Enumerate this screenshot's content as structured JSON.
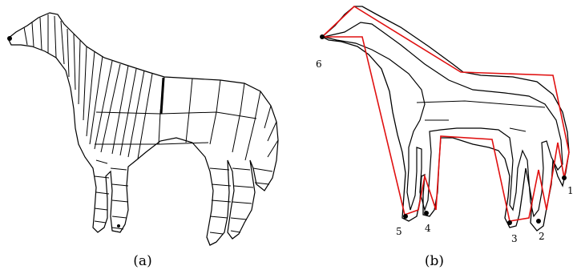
{
  "panel_a": {
    "caption": "(a)"
  },
  "panel_b": {
    "caption": "(b)",
    "vertex_labels": [
      "1",
      "2",
      "3",
      "4",
      "5",
      "6"
    ]
  },
  "colors": {
    "outline": "#000000",
    "hull": "#e01010",
    "background": "#ffffff"
  }
}
